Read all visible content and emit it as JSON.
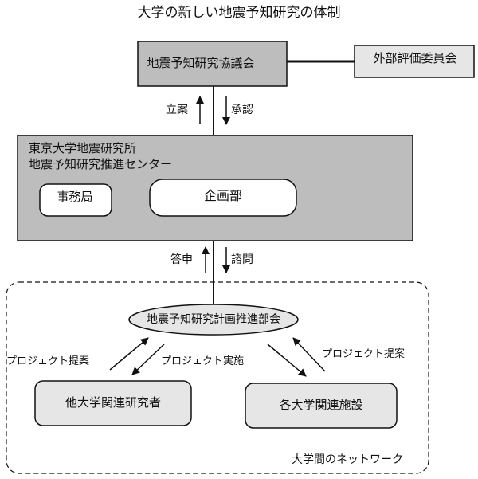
{
  "title": "大学の新しい地震予知研究の体制",
  "nodes": {
    "council": "地震予知研究協議会",
    "external_committee": "外部評価委員会",
    "center_name_line1": "東京大学地震研究所",
    "center_name_line2": "地震予知研究推進センター",
    "office": "事務局",
    "planning": "企画部",
    "promotion_committee": "地震予知研究計画推進部会",
    "other_researchers": "他大学関連研究者",
    "facilities": "各大学関連施設"
  },
  "edges": {
    "draft": "立案",
    "approve": "承認",
    "report": "答申",
    "consult": "諮問",
    "project_proposal_left": "プロジェクト提案",
    "project_implementation": "プロジェクト実施",
    "project_proposal_right": "プロジェクト提案"
  },
  "network_label": "大学間のネットワーク",
  "colors": {
    "box_fill": "#bdbdbd",
    "node_fill": "#e6e6e6",
    "line": "#111111",
    "background": "#ffffff"
  }
}
